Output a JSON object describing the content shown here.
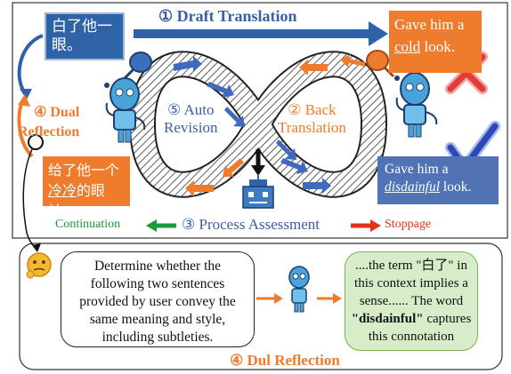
{
  "source_text": "白了他一眼。",
  "draft_translation": {
    "label": "① Draft Translation",
    "text_before": "Gave him a ",
    "emph": "cold",
    "text_after": " look."
  },
  "revised_translation": {
    "text_before": "Gave him a ",
    "emph": "disdainful",
    "text_after": " look."
  },
  "back_translation": {
    "label_line1": "② Back",
    "label_line2": "Translation",
    "text_before": "给了他一个",
    "emph": "冷冷",
    "text_after": "的眼神。"
  },
  "auto_revision": {
    "label_line1": "⑤ Auto",
    "label_line2": "Revision"
  },
  "dual_reflection_side": {
    "label_line1": "④ Dual",
    "label_line2": "Reflection"
  },
  "process_assessment": {
    "label": "③ Process Assessment",
    "continuation": "Continuation",
    "stoppage": "Stoppage"
  },
  "prompt_text": "Determine whether the following two sentences provided by user convey the same meaning and style, including subtleties.",
  "reply": {
    "part1": "....the term \"白了\" in this context implies a sense...... The word ",
    "bold": "\"disdainful\"",
    "part2": " captures this connotation"
  },
  "dul_reflection_label": "④ Dul Reflection",
  "icons": [
    "robot-icon",
    "thinking-emoji-icon",
    "cross-mark-icon",
    "check-mark-icon",
    "magnifier-icon"
  ],
  "colors": {
    "blue": "#2f63a8",
    "orange": "#ef7b2c",
    "green": "#1a9a3a",
    "red": "#e5331b",
    "reply_bg": "#d7ecc8"
  }
}
